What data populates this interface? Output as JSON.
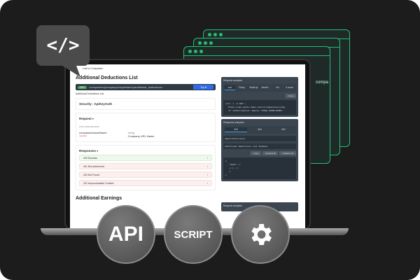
{
  "bubble": {
    "icon": "code-icon",
    "text": "</>"
  },
  "windows": {
    "snippet": "compa"
  },
  "page": {
    "breadcrumb": "Link to Companies",
    "title": "Additional Deductions List",
    "method": "GET",
    "path": "/companies/{companyUniqueName}/additional_deductions ›",
    "try_label": "Try it",
    "description": "Additional Deductions List",
    "security_label": "Security",
    "security_value": "ApiKeyAuth",
    "request_label": "Request",
    "path_params_label": "PATH PARAMETERS",
    "param_name": "companyUniqueName",
    "param_required": "required",
    "param_type": "string",
    "param_desc": "Company URL Name",
    "responses_label": "Responses",
    "responses": [
      "200 Success",
      "401 Not Authorized",
      "404 Not Found",
      "422 Unprocessable Content"
    ],
    "next_title": "Additional Earnings"
  },
  "request_samples": {
    "title": "Request samples",
    "tabs": [
      "curl",
      "Ruby",
      "Node.js",
      "JavaS...",
      "Go",
      "4 more"
    ],
    "copy": "Copy",
    "code": "curl -i -X GET \\\n  https://api.gusto-demo.com/v1/companies/{comp\n  -H 'Authorization: Bearer <YOUR_TOKEN_HERE>'"
  },
  "response_samples": {
    "title": "Response samples",
    "tabs": [
      "200",
      "404",
      "422"
    ],
    "content_type": "application/json",
    "example": "Additional Deductions List Example",
    "buttons": [
      "Copy",
      "Expand all",
      "Collapse all"
    ],
    "code": "{\n - \"data\": [\n   + { … }\n   ]\n}"
  },
  "request_samples_2": {
    "title": "Request samples"
  },
  "badges": {
    "api": "API",
    "script": "SCRIPT",
    "gear": "settings-gear-icon"
  }
}
